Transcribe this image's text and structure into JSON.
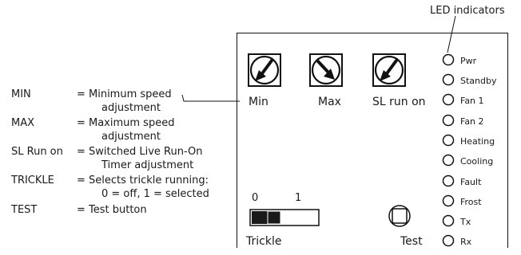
{
  "led_header": "LED indicators",
  "legend": [
    {
      "key": "MIN",
      "eq": "=",
      "lines": [
        "Minimum speed",
        "adjustment"
      ]
    },
    {
      "key": "MAX",
      "eq": "=",
      "lines": [
        "Maximum speed",
        "adjustment"
      ]
    },
    {
      "key": "SL Run on",
      "eq": "=",
      "lines": [
        "Switched Live Run-On",
        "Timer adjustment"
      ]
    },
    {
      "key": "TRICKLE",
      "eq": "=",
      "lines": [
        "Selects trickle running:",
        "0 = off,  1 = selected"
      ]
    },
    {
      "key": "TEST",
      "eq": "=",
      "lines": [
        "Test button"
      ]
    }
  ],
  "knobs": [
    {
      "label": "Min"
    },
    {
      "label": "Max"
    },
    {
      "label": "SL run on"
    }
  ],
  "trickle": {
    "label": "Trickle",
    "pos0": "0",
    "pos1": "1"
  },
  "test_label": "Test",
  "leds": [
    "Pwr",
    "Standby",
    "Fan 1",
    "Fan 2",
    "Heating",
    "Cooling",
    "Fault",
    "Frost",
    "Tx",
    "Rx"
  ]
}
